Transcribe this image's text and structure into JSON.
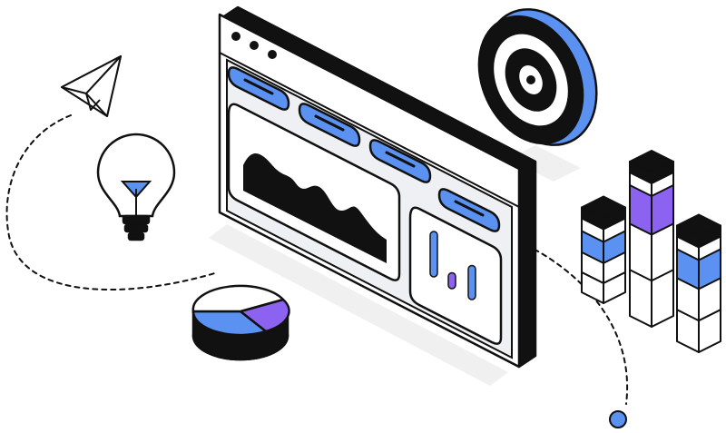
{
  "palette": {
    "background": "#ffffff",
    "ink": "#111111",
    "blue": "#5b92f2",
    "purple": "#8c63f0",
    "panel": "#eef0f3",
    "shadow": "#f0f0f0",
    "white": "#ffffff"
  },
  "icons": [
    "paper-plane-icon",
    "lightbulb-icon",
    "target-icon",
    "pie-chart-icon",
    "bar-stack-icon",
    "browser-window-icon",
    "area-chart-icon",
    "bar-chart-icon"
  ],
  "window": {
    "window_controls": 3,
    "tab_pills": 4,
    "mini_bar_levels": [
      1.0,
      0.35,
      0.75
    ]
  },
  "pie_slices_percent": [
    45,
    30,
    25
  ],
  "stacks": {
    "heights_relative": [
      0.55,
      1.0,
      0.75
    ]
  }
}
